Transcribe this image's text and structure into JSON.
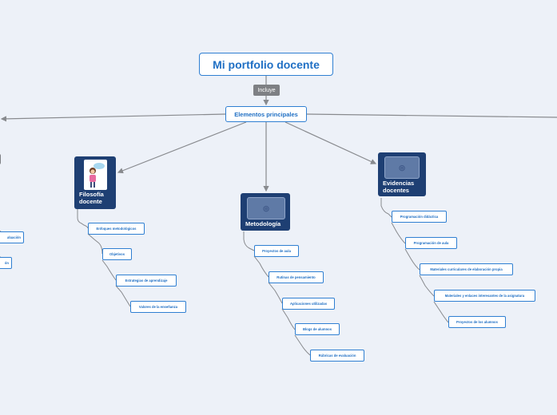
{
  "title": "Mi portfolio docente",
  "relation": "Incluye",
  "main_node": "Elementos principales",
  "categories": [
    {
      "label": "Filosofía docente",
      "icon": "teacher-illustration-icon",
      "children": [
        "Enfoques metodológicos",
        "Objetivos",
        "Estrategias de aprendizaje",
        "Valores de la enseñanza"
      ]
    },
    {
      "label": "Metodología",
      "icon": "image-placeholder-icon",
      "children": [
        "Proyectos de aula",
        "Rutinas de pensamiento",
        "Aplicaciones utilizadas",
        "Blogs de alumnos",
        "Rúbricas de evaluación"
      ]
    },
    {
      "label": "Evidencias docentes",
      "icon": "image-placeholder-icon",
      "children": [
        "Programación didáctica",
        "Programación de aula",
        "Materiales curriculares de elaboración propia",
        "Materiales y enlaces interesantes de la asignatura",
        "Proyectos de los alumnos"
      ]
    }
  ],
  "left_partial": [
    "aluación",
    "ón"
  ],
  "colors": {
    "node_border": "#2f7fd2",
    "node_text": "#1f6fc4",
    "category_bg": "#1e3f73",
    "connector": "#888a8e",
    "background": "#edf1f8"
  }
}
